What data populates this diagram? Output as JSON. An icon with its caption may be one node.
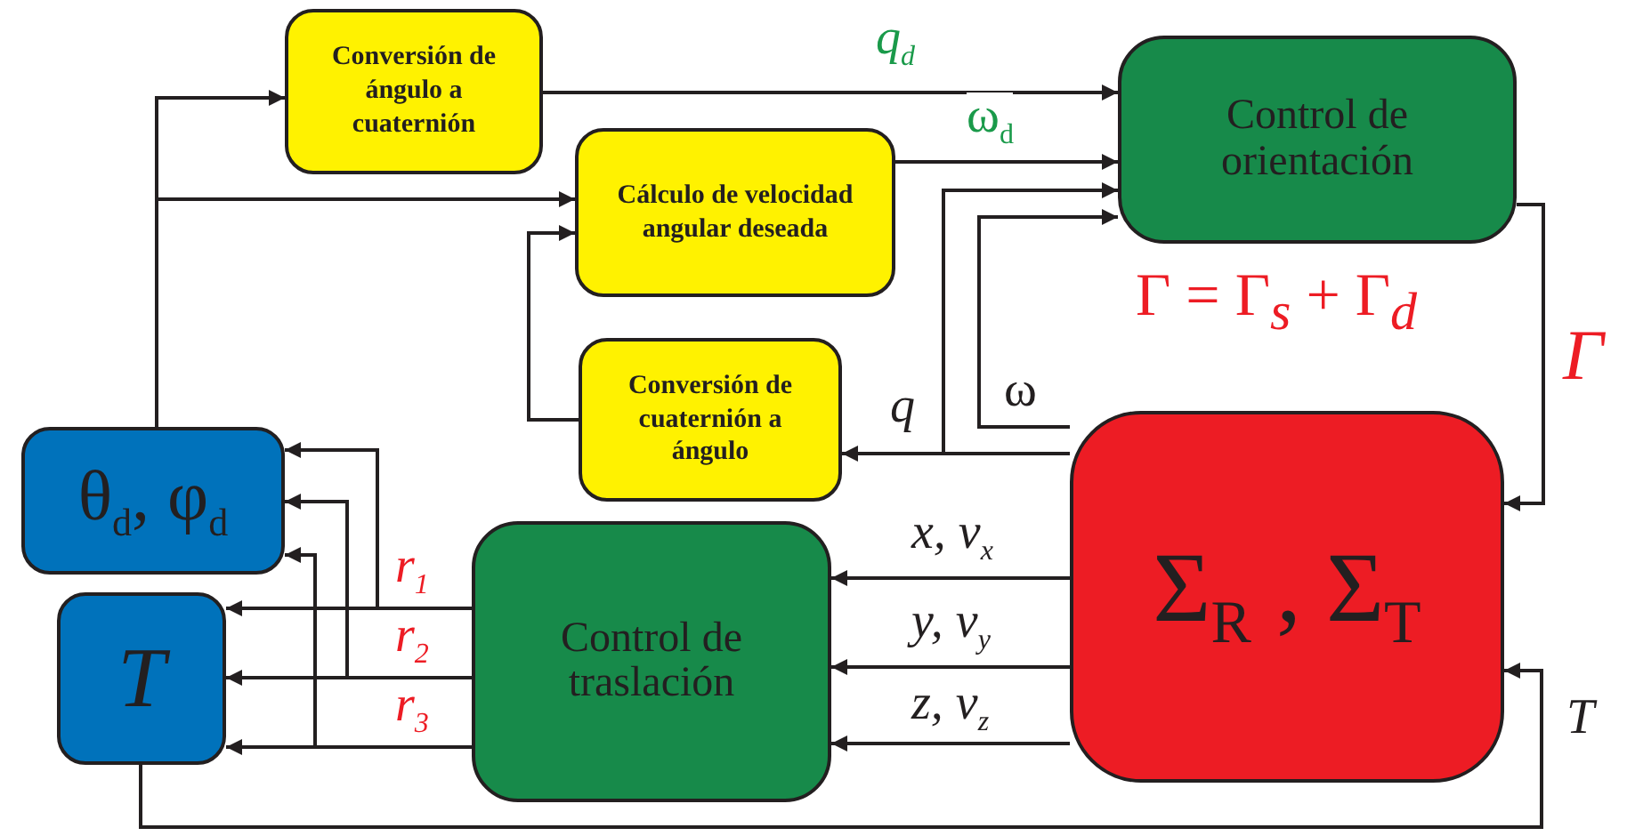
{
  "diagram": {
    "nodes": [
      {
        "text": [
          "Conversión de ángulo a cuaternión"
        ]
      },
      {
        "text": [
          "Control de orientación"
        ]
      },
      {
        "text": [
          "Cálculo de velocidad angular deseada"
        ]
      },
      {
        "text": [
          "Conversión de cuaternión a ángulo"
        ]
      },
      {
        "text": [
          "θ$_{d}$, φ$_{d}$"
        ]
      },
      {
        "text": [
          "T"
        ]
      },
      {
        "text": [
          "Control de traslación"
        ]
      },
      {
        "text": [
          "Σ$_{R}$ , Σ$_{T}$"
        ]
      }
    ],
    "edges": [
      {
        "from": 4,
        "to": 0,
        "arrow": "to"
      },
      {
        "from": 4,
        "to": 2,
        "arrow": "to"
      },
      {
        "from": 0,
        "to": 1,
        "arrow": "to",
        "label": "q$_{d}$"
      },
      {
        "from": 2,
        "to": 1,
        "arrow": "to",
        "label": "ω$_{d}$"
      },
      {
        "from": 7,
        "to": 3,
        "arrow": "to",
        "label": "q"
      },
      {
        "from": 7,
        "to": 1,
        "arrow": "to"
      },
      {
        "from": 7,
        "to": 1,
        "arrow": "to",
        "label": "ω"
      },
      {
        "from": 3,
        "to": 2,
        "arrow": "to"
      },
      {
        "from": 1,
        "to": 7,
        "arrow": "to",
        "label": "Γ"
      },
      {
        "from": 7,
        "to": 6,
        "arrow": "to",
        "label": "x, v$_{x}$"
      },
      {
        "from": 7,
        "to": 6,
        "arrow": "to",
        "label": "y, v$_{y}$"
      },
      {
        "from": 7,
        "to": 6,
        "arrow": "to",
        "label": "z, v$_{z}$"
      },
      {
        "from": 6,
        "to": 5,
        "arrow": "to",
        "label": "r$_{1}$"
      },
      {
        "from": 6,
        "to": 5,
        "arrow": "to",
        "label": "r$_{2}$"
      },
      {
        "from": 6,
        "to": 5,
        "arrow": "to",
        "label": "r$_{3}$"
      },
      {
        "from": 6,
        "to": 4,
        "arrow": "to"
      },
      {
        "from": 6,
        "to": 4,
        "arrow": "to"
      },
      {
        "from": 6,
        "to": 4,
        "arrow": "to"
      },
      {
        "from": 5,
        "to": 7,
        "arrow": "to",
        "label": "T"
      }
    ],
    "labels": [
      "Γ = Γ$_{s}$ + Γ$_{d}$"
    ]
  }
}
